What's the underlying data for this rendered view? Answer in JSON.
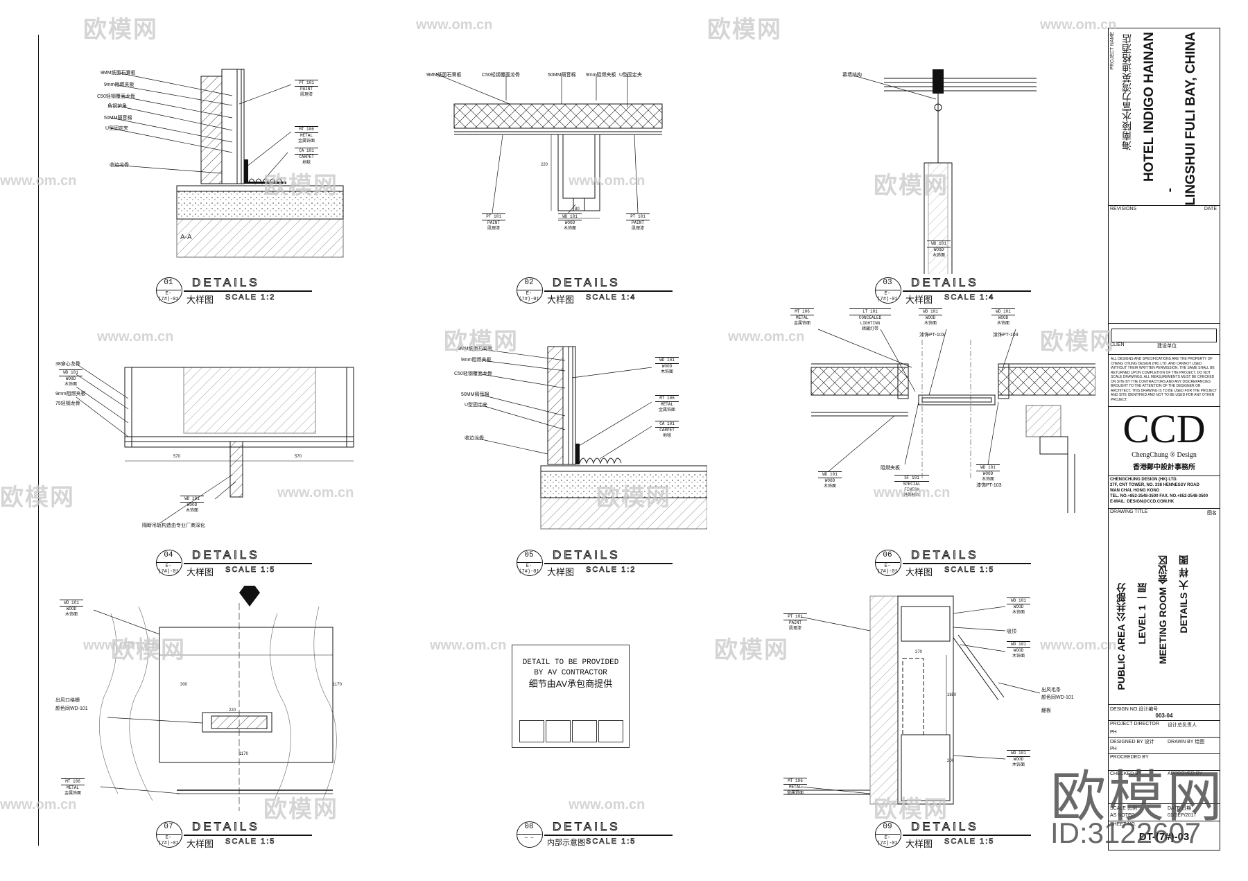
{
  "watermark": {
    "brand": "欧模网",
    "url": "www.om.cn",
    "big_brand": "欧模网",
    "id": "ID:3122607"
  },
  "details": [
    {
      "num": "01",
      "ref": "E-(7#)-01",
      "title": "DETAILS",
      "sub": "大样图",
      "scale": "SCALE 1:2"
    },
    {
      "num": "02",
      "ref": "E-(7#)-01",
      "title": "DETAILS",
      "sub": "大样图",
      "scale": "SCALE 1:4"
    },
    {
      "num": "03",
      "ref": "E-(7#)-01",
      "title": "DETAILS",
      "sub": "大样图",
      "scale": "SCALE 1:4"
    },
    {
      "num": "04",
      "ref": "E-(7#)-01",
      "title": "DETAILS",
      "sub": "大样图",
      "scale": "SCALE 1:5"
    },
    {
      "num": "05",
      "ref": "E-(7#)-01",
      "title": "DETAILS",
      "sub": "大样图",
      "scale": "SCALE 1:2"
    },
    {
      "num": "06",
      "ref": "E-(7#)-01",
      "title": "DETAILS",
      "sub": "大样图",
      "scale": "SCALE 1:5"
    },
    {
      "num": "07",
      "ref": "E-(7#)-01",
      "title": "DETAILS",
      "sub": "大样图",
      "scale": "SCALE 1:5"
    },
    {
      "num": "08",
      "ref": "— —",
      "title": "DETAILS",
      "sub": "内部示意图",
      "scale": "SCALE 1:5"
    },
    {
      "num": "09",
      "ref": "E-(7#)-01",
      "title": "DETAILS",
      "sub": "大样图",
      "scale": "SCALE 1:5"
    }
  ],
  "labels": {
    "p1": [
      "9MM纸面石膏板",
      "9mm阻燃夹板",
      "C50轻钢覆面龙骨",
      "角钢护角",
      "50MM隔音棉",
      "U型固定夹",
      "收边龙骨"
    ],
    "p1_tags": [
      {
        "code": "PT 101",
        "en": "PAINT",
        "cn": "肌理漆"
      },
      {
        "code": "MT 106",
        "en": "METAL",
        "cn": "金属饰面"
      },
      {
        "code": "CA 101",
        "en": "CARPET",
        "cn": "地毯"
      }
    ],
    "p2": [
      "9MM纸面石膏板",
      "C50轻钢覆面龙骨",
      "50MM隔音棉",
      "9mm阻燃夹板",
      "U型固定夹"
    ],
    "p2_tags": [
      {
        "code": "PT 101",
        "en": "PAINT",
        "cn": "肌理漆"
      },
      {
        "code": "WD 101",
        "en": "WOOD",
        "cn": "木饰面"
      },
      {
        "code": "PT 101",
        "en": "PAINT",
        "cn": "肌理漆"
      }
    ],
    "p2_dims": [
      "220",
      "80"
    ],
    "p3": [
      "幕墙结构"
    ],
    "p3_tags": [
      {
        "code": "WD 101",
        "en": "WOOD",
        "cn": "木饰面"
      }
    ],
    "p4": [
      "38穿心龙骨",
      "9mm阻燃夹板",
      "75轻钢龙骨"
    ],
    "p4_tags": [
      {
        "code": "WD 101",
        "en": "WOOD",
        "cn": "木饰面"
      },
      {
        "code": "WD 101",
        "en": "WOOD",
        "cn": "木饰面"
      }
    ],
    "p4_note": "隔断吊轨构造由专业厂商深化",
    "p4_dims": [
      "570",
      "570"
    ],
    "p5": [
      "9MM纸面石膏板",
      "9mm阻燃夹板",
      "C50轻钢覆面龙骨",
      "50MM隔音棉",
      "U型固定夹",
      "收边龙骨"
    ],
    "p5_tags": [
      {
        "code": "WD 101",
        "en": "WOOD",
        "cn": "木饰面"
      },
      {
        "code": "MT 106",
        "en": "METAL",
        "cn": "金属饰面"
      },
      {
        "code": "CA 101",
        "en": "CARPET",
        "cn": "地毯"
      }
    ],
    "p6_top_tags": [
      {
        "code": "MT 106",
        "en": "METAL",
        "cn": "金属饰面"
      },
      {
        "code": "LT 101",
        "en": "CONCEALED LIGHTING",
        "cn": "暗藏灯带"
      },
      {
        "code": "WD 101",
        "en": "WOOD",
        "cn": "木饰面"
      },
      {
        "code": "WD 101",
        "en": "WOOD",
        "cn": "木饰面"
      }
    ],
    "p6_top_extra": [
      "漆饰PT-103",
      "漆饰PT-103"
    ],
    "p6_bottom": [
      {
        "code": "WD 101",
        "en": "WOOD",
        "cn": "木饰面"
      },
      {
        "code": "SF 101",
        "en": "SPECIAL FINISH",
        "cn": "特殊材料"
      },
      {
        "code": "WD 101",
        "en": "WOOD",
        "cn": "木饰面"
      }
    ],
    "p6_bottom_extra": [
      "阻燃夹板",
      "漆饰PT-103"
    ],
    "p7_tags": [
      {
        "code": "WD 101",
        "en": "WOOD",
        "cn": "木饰面"
      },
      {
        "code": "MT 106",
        "en": "METAL",
        "cn": "金属饰面"
      }
    ],
    "p7": [
      "出风口格栅",
      "颜色同WD-101"
    ],
    "p7_dims": [
      "220",
      "300",
      "1170",
      "1170"
    ],
    "av": {
      "line1": "DETAIL TO BE PROVIDED",
      "line2": "BY AV CONTRACTOR",
      "line3": "细节由AV承包商提供"
    },
    "p9_tags": [
      {
        "code": "PT 101",
        "en": "PAINT",
        "cn": "肌理漆"
      },
      {
        "code": "WD 101",
        "en": "WOOD",
        "cn": "木饰面"
      },
      {
        "code": "WD 101",
        "en": "WOOD",
        "cn": "木饰面"
      },
      {
        "code": "WD 101",
        "en": "WOOD",
        "cn": "木饰面"
      },
      {
        "code": "MT 106",
        "en": "METAL",
        "cn": "金属饰面"
      }
    ],
    "p9": [
      "吸顶",
      "出风毛条",
      "颜色同WD-101",
      "翻板"
    ],
    "p9_dims": [
      "270",
      "1850",
      "200"
    ]
  },
  "title_block": {
    "project_name_label": "PROJECT NAME",
    "project_cn": "海南陵水富力湾英迪格酒店",
    "project_en1": "HOTEL INDIGO HAINAN",
    "project_en2": "LINGSHUI FULI BAY, CHINA",
    "dash": "-",
    "revisions": "REVISIONS",
    "date": "DATE",
    "client": "CLIEN",
    "client_cn": "建设单位",
    "notice": "ALL DESIGNS AND SPECIFICATIONS ARE THE PROPERTY OF CHENG CHUNG DESIGN (HK) LTD. AND CANNOT USED WITHOUT THEIR WRITTEN PERMISSION. THE SAME SHALL BE RETURNED UPON COMPLETION OF THE PROJECT. DO NOT SCALE DRAWINGS. ALL MEASUREMENTS MUST BE CHECKED ON SITE BY THE CONTRACTORS AND ANY DISCREPANCIES BROUGHT TO THE ATTENTION OF THE DESIGNER OR ARCHITECT. THIS DRAWING IS TO BE USED FOR THE PROJECT AND SITE IDENTIFIED AND NOT TO BE USED FOR ANY OTHER PROJECT.",
    "logo": "CCD",
    "logo_en": "ChengChung ® Design",
    "logo_cn": "香港鄭中設計事務所",
    "company": "CHENGCHUNG DESIGN (HK) LTD.",
    "addr1": "27F, CNT TOWER, NO. 338 HENNESSY ROAD",
    "addr2": "WAN CHAI, HONG KONG",
    "tel": "TEL. NO.+852-2548-3500   FAX. NO.+852-2548-3500",
    "email": "E-MAIL: DESIGN@CCD.COM.HK",
    "drawing_title": "DRAWING TITLE",
    "drawing_title_cn": "图名",
    "t1": "PUBLIC AREA  公共部分",
    "t2": "LEVEL 1  一层",
    "t3": "MEETING ROOM  会议区",
    "t4": "DETAILS  大 样 图",
    "design_no_label": "DESIGN NO.设计编号",
    "design_no": "003-04",
    "project_director": "PROJECT DIRECTOR",
    "project_director_cn": "设计总负责人",
    "pd_value": "PH",
    "designed_by": "DESIGNED BY 设计",
    "drawn_by": "DRAWN BY 绘图",
    "db_value": "PH",
    "proceeded_by": "PROCEEDED BY",
    "checked_by": "CHECKED BY",
    "approved_by": "APPROVED BY",
    "scale": "SCALE 比例",
    "date_label": "DATE 日期",
    "scale_value": "AS NOTED",
    "date_value": "01/SEP/2017",
    "sheet_no": "SHEET NO.",
    "sheet_no_value": "DT-(7#)-03"
  }
}
